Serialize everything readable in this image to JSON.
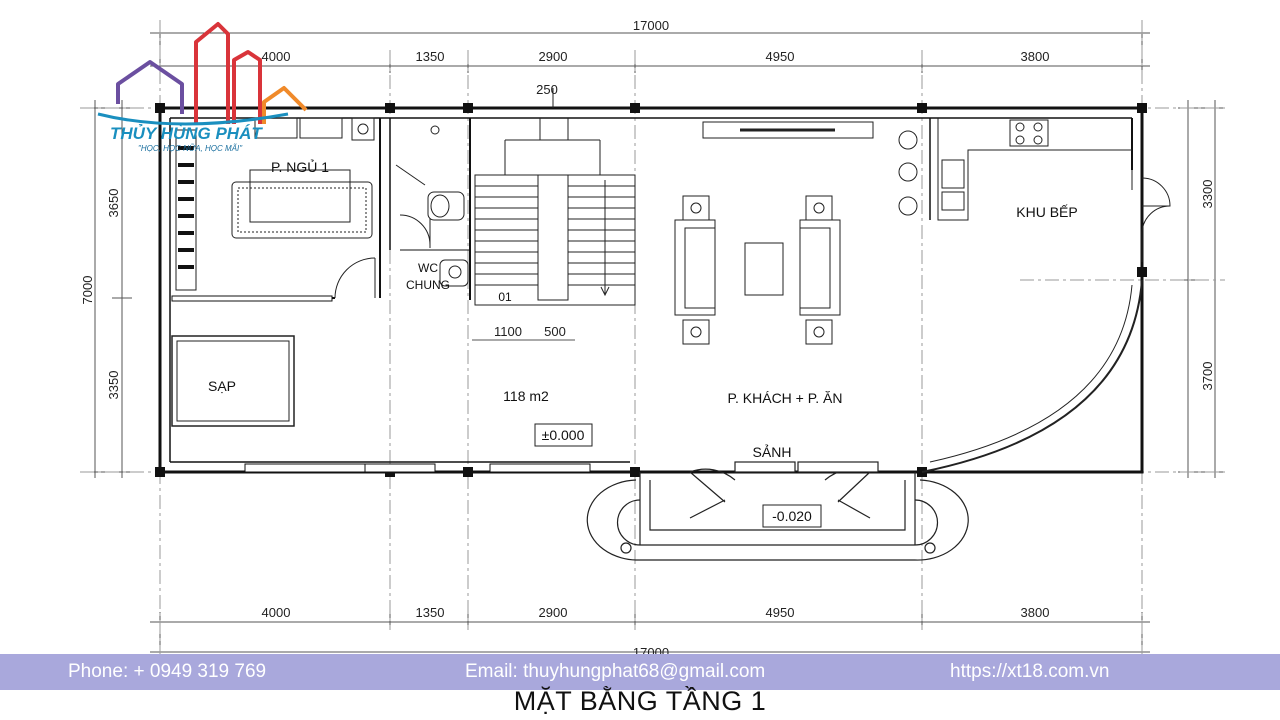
{
  "title": "MẶT BẰNG TẦNG 1",
  "logo": {
    "name": "THỦY HÙNG PHÁT",
    "slogan": "\"HỌC, HỌC NỮA, HỌC MÃI\""
  },
  "contact": {
    "phone": "Phone: +  0949 319 769",
    "email": "Email: thuyhungphat68@gmail.com",
    "website": "https://xt18.com.vn"
  },
  "dimensions": {
    "total_width": "17000",
    "segments": [
      "4000",
      "1350",
      "2900",
      "4950",
      "3800"
    ],
    "stair_offset": "250",
    "total_depth": "7000",
    "left_segments": [
      "3650",
      "3350"
    ],
    "right_segments": [
      "3300",
      "3700"
    ],
    "stair_width_a": "1100",
    "stair_width_b": "500"
  },
  "rooms": {
    "bedroom": "P. NGỦ 1",
    "wc_line1": "WC",
    "wc_line2": "CHUNG",
    "platform": "SẠP",
    "area": "118 m2",
    "floor_level": "±0.000",
    "living": "P. KHÁCH + P. ĂN",
    "hall": "SẢNH",
    "kitchen": "KHU BẾP",
    "porch_level": "-0.020",
    "stair_label": "01"
  },
  "colors": {
    "contact_bar": "#a9a8dc",
    "logo_red": "#d9343a",
    "logo_orange": "#f08a2a",
    "logo_blue": "#1a8fbf",
    "logo_purple": "#6b4fa0"
  }
}
